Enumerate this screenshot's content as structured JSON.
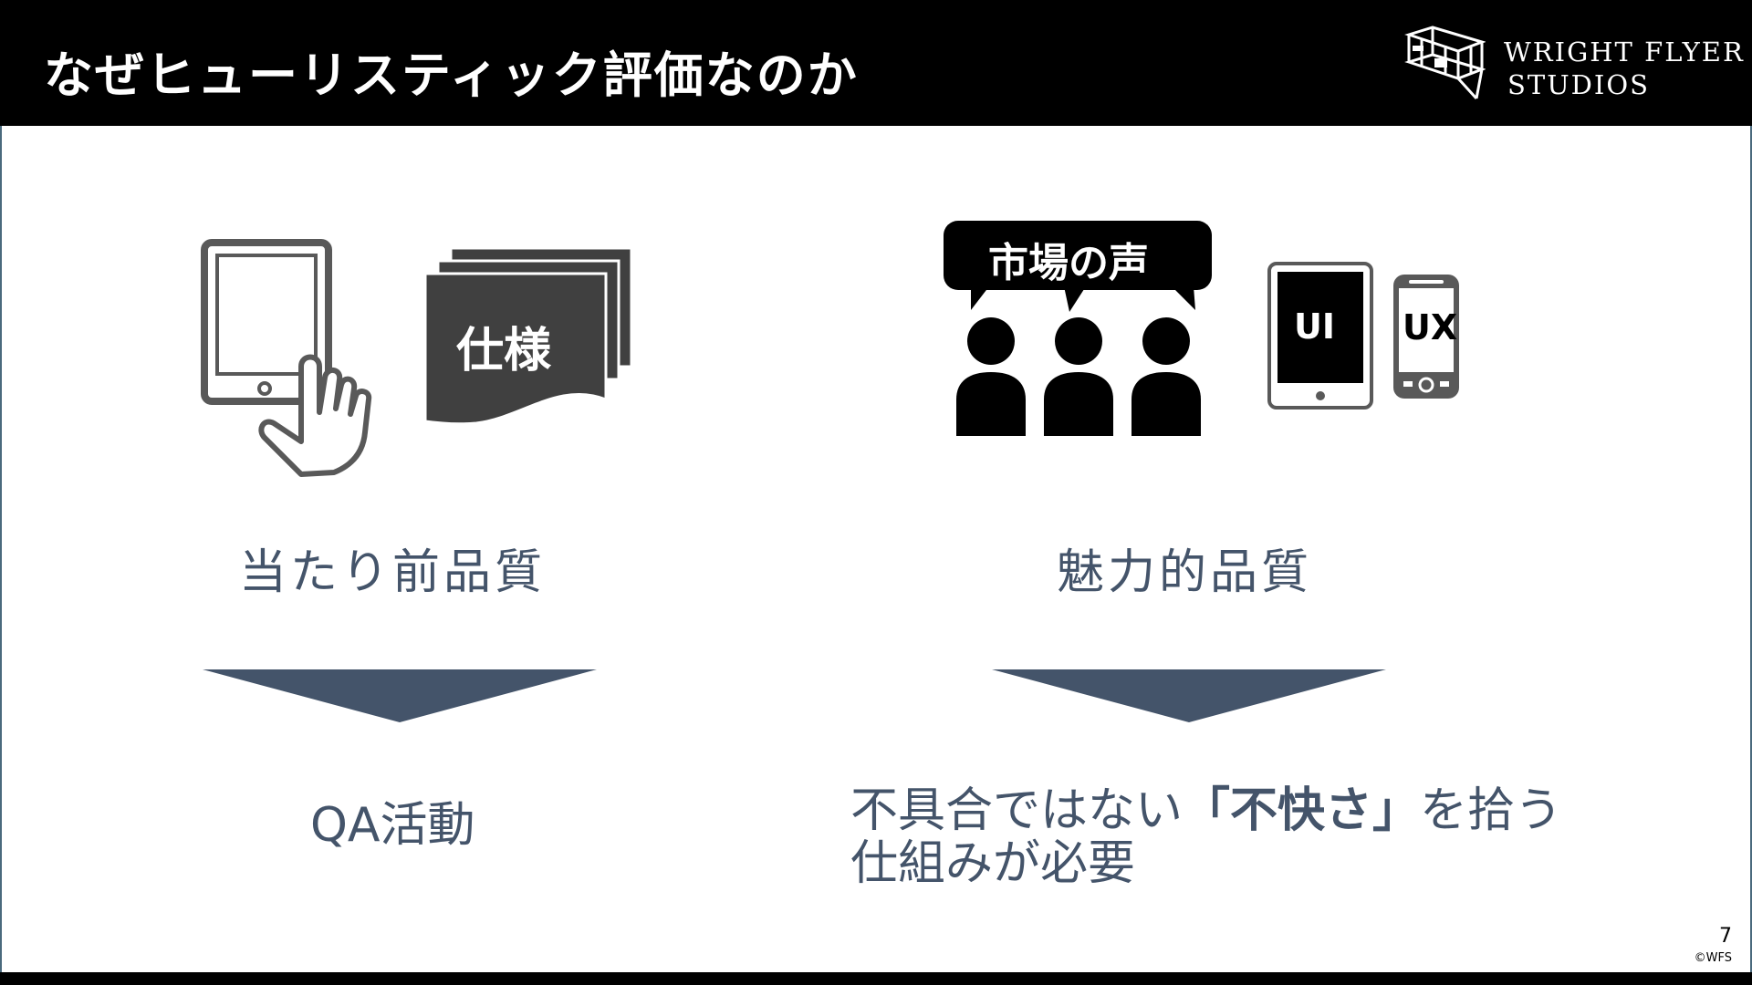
{
  "header": {
    "title": "なぜヒューリスティック評価なのか",
    "logo": {
      "line1": "WRIGHT FLYER",
      "line2": "STUDIOS",
      "icon": "wright-flyer-biplane-icon"
    }
  },
  "left_column": {
    "icons": [
      "tablet-tap-icon",
      "spec-documents-icon"
    ],
    "spec_label": "仕様",
    "quality_label": "当たり前品質",
    "arrow_icon": "down-arrow-icon",
    "result": "QA活動"
  },
  "right_column": {
    "icons": [
      "speech-bubble-icon",
      "people-group-icon",
      "tablet-icon",
      "smartphone-icon"
    ],
    "speech_bubble": "市場の声",
    "tablet_label": "UI",
    "phone_label": "UX",
    "quality_label": "魅力的品質",
    "arrow_icon": "down-arrow-icon",
    "result": {
      "line1_pre": "不具合ではない",
      "line1_emph": "「不快さ」",
      "line1_post": "を拾う",
      "line2": "仕組みが必要"
    }
  },
  "footer": {
    "page_number": "7",
    "copyright": "©WFS"
  },
  "colors": {
    "header_bg": "#000000",
    "text": "#44546a",
    "arrow": "#44546a",
    "spec_docs": "#404040"
  }
}
